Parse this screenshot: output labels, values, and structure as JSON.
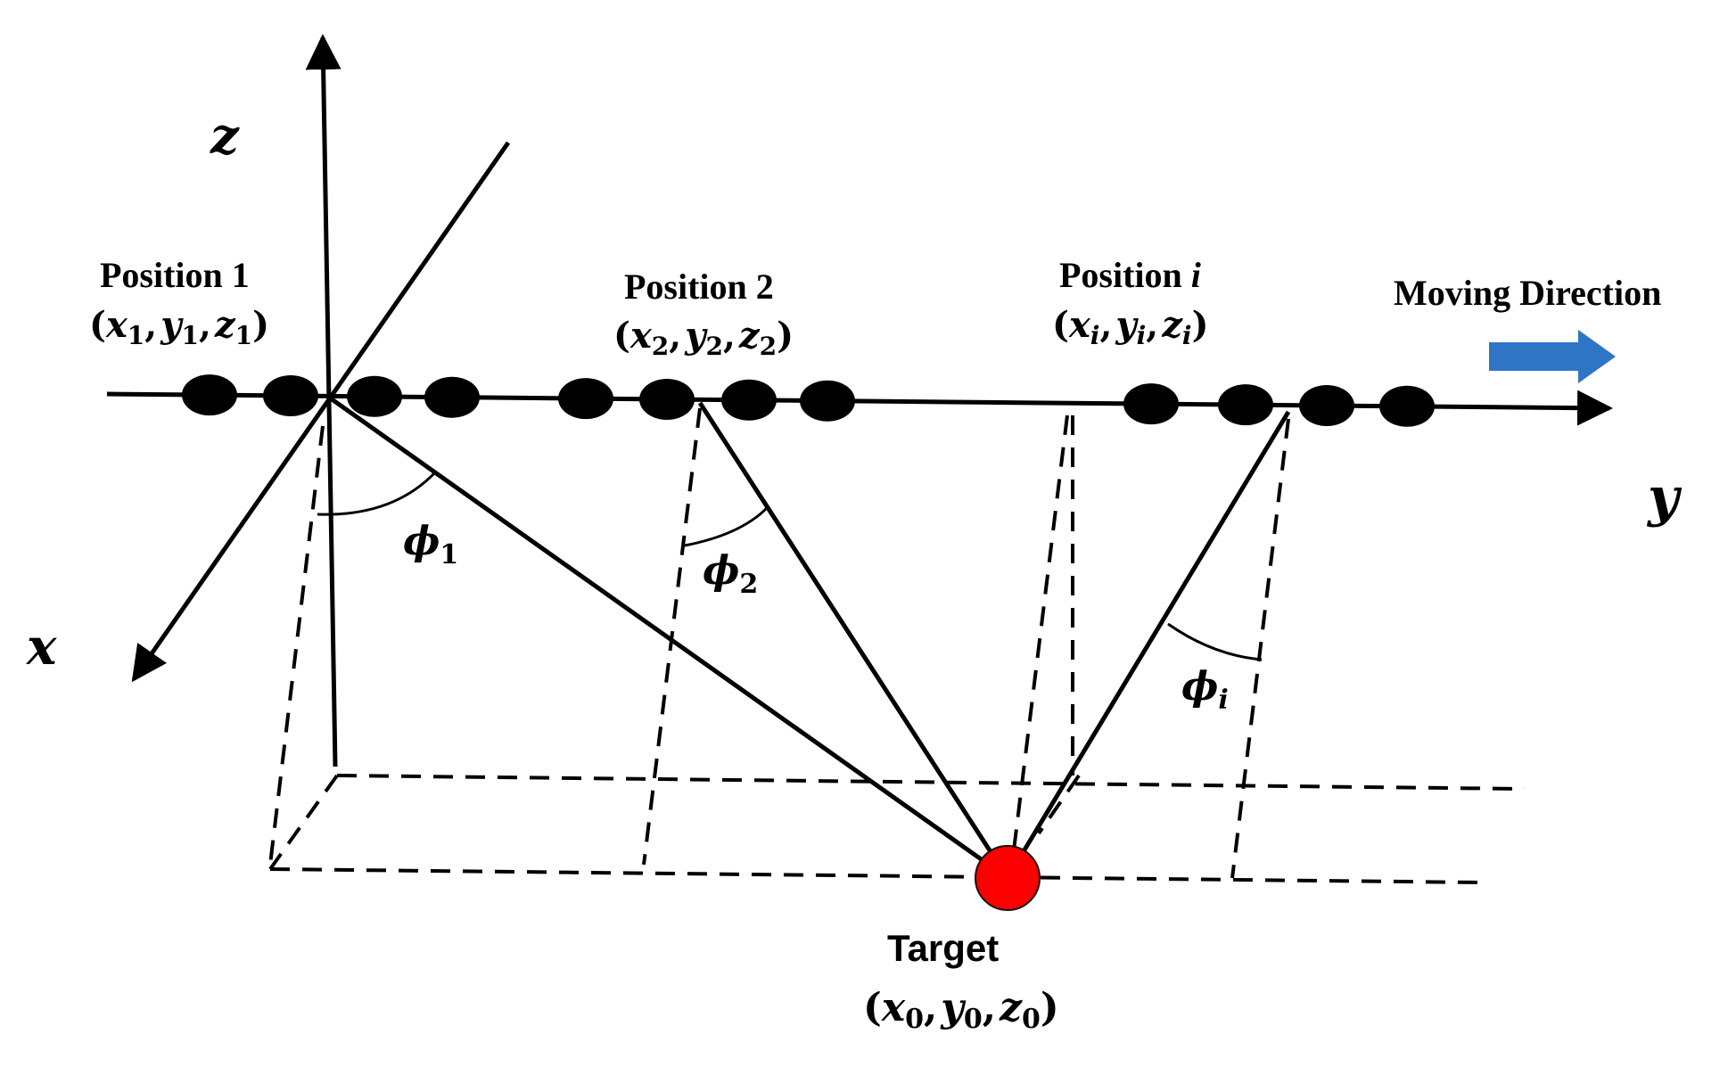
{
  "axes": {
    "x": "x",
    "y": "y",
    "z": "z"
  },
  "direction_label": "Moving Direction",
  "arrow_color": "#2e75c6",
  "target_color": "#ff0000",
  "positions": [
    {
      "title_word": "Position",
      "title_index": "1",
      "x": "x",
      "y": "y",
      "z": "z",
      "sub": "1",
      "angle_symbol": "ϕ",
      "angle_sub": "1"
    },
    {
      "title_word": "Position",
      "title_index": "2",
      "x": "x",
      "y": "y",
      "z": "z",
      "sub": "2",
      "angle_symbol": "ϕ",
      "angle_sub": "2"
    },
    {
      "title_word": "Position",
      "title_index": "i",
      "x": "x",
      "y": "y",
      "z": "z",
      "sub": "i",
      "angle_symbol": "ϕ",
      "angle_sub": "i"
    }
  ],
  "target": {
    "label": "Target",
    "x": "x",
    "y": "y",
    "z": "z",
    "sub": "0"
  },
  "paren_open": "(",
  "paren_close": ")",
  "comma": ","
}
